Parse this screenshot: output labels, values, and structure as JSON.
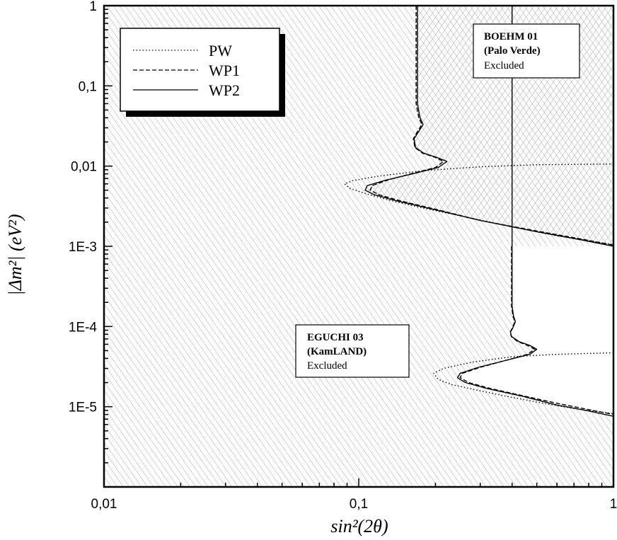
{
  "chart_data": {
    "type": "line",
    "x_scale": "log",
    "y_scale": "log",
    "xlim": [
      0.01,
      1
    ],
    "ylim": [
      1e-06,
      1
    ],
    "xlabel": "sin²(2θ)",
    "ylabel": "|Δm²| (eV²)",
    "x_ticks": [
      {
        "value": 0.01,
        "label": "0,01"
      },
      {
        "value": 0.1,
        "label": "0,1"
      },
      {
        "value": 1,
        "label": "1"
      }
    ],
    "y_ticks": [
      {
        "value": 1,
        "label": "1"
      },
      {
        "value": 0.1,
        "label": "0,1"
      },
      {
        "value": 0.01,
        "label": "0,01"
      },
      {
        "value": 0.001,
        "label": "1E-3"
      },
      {
        "value": 0.0001,
        "label": "1E-4"
      },
      {
        "value": 1e-05,
        "label": "1E-5"
      }
    ],
    "legend_position": "top-left",
    "series": [
      {
        "name": "PW",
        "dash": "dotted",
        "segments": [
          [
            [
              1,
              0.0106
            ],
            [
              0.5,
              0.0104
            ],
            [
              0.3,
              0.0098
            ],
            [
              0.18,
              0.0088
            ],
            [
              0.12,
              0.0075
            ],
            [
              0.095,
              0.0066
            ],
            [
              0.088,
              0.006
            ],
            [
              0.092,
              0.0053
            ],
            [
              0.105,
              0.0046
            ],
            [
              0.13,
              0.0038
            ],
            [
              0.17,
              0.0031
            ],
            [
              0.25,
              0.0024
            ],
            [
              0.4,
              0.00175
            ],
            [
              0.6,
              0.00135
            ],
            [
              1,
              0.00105
            ]
          ],
          [
            [
              1,
              4.7e-05
            ],
            [
              0.6,
              4.5e-05
            ],
            [
              0.4,
              4.2e-05
            ],
            [
              0.28,
              3.6e-05
            ],
            [
              0.215,
              3e-05
            ],
            [
              0.197,
              2.6e-05
            ],
            [
              0.205,
              2.2e-05
            ],
            [
              0.23,
              1.9e-05
            ],
            [
              0.28,
              1.65e-05
            ],
            [
              0.38,
              1.35e-05
            ],
            [
              0.55,
              1.08e-05
            ],
            [
              0.75,
              9.2e-06
            ],
            [
              1,
              8.2e-06
            ]
          ]
        ]
      },
      {
        "name": "WP1",
        "dash": "dashed",
        "segments": [
          [
            [
              0.168,
              1
            ],
            [
              0.168,
              0.2
            ],
            [
              0.168,
              0.06
            ],
            [
              0.172,
              0.04
            ],
            [
              0.177,
              0.033
            ],
            [
              0.17,
              0.027
            ],
            [
              0.164,
              0.022
            ],
            [
              0.166,
              0.017
            ],
            [
              0.178,
              0.0145
            ],
            [
              0.2,
              0.0128
            ],
            [
              0.215,
              0.0114
            ],
            [
              0.2,
              0.0096
            ],
            [
              0.16,
              0.008
            ],
            [
              0.13,
              0.0067
            ],
            [
              0.113,
              0.0057
            ],
            [
              0.111,
              0.005
            ],
            [
              0.12,
              0.0044
            ],
            [
              0.145,
              0.0037
            ],
            [
              0.2,
              0.0029
            ],
            [
              0.3,
              0.0021
            ],
            [
              0.5,
              0.00155
            ],
            [
              0.75,
              0.00123
            ],
            [
              1,
              0.00103
            ]
          ],
          [
            [
              0.398,
              0.001
            ],
            [
              0.398,
              0.0003
            ],
            [
              0.398,
              0.00018
            ],
            [
              0.403,
              0.000135
            ],
            [
              0.41,
              0.000115
            ],
            [
              0.4,
              9.5e-05
            ],
            [
              0.393,
              8.5e-05
            ],
            [
              0.397,
              7.5e-05
            ],
            [
              0.42,
              6.5e-05
            ],
            [
              0.46,
              5.8e-05
            ],
            [
              0.49,
              5.2e-05
            ],
            [
              0.46,
              4.5e-05
            ],
            [
              0.38,
              3.8e-05
            ],
            [
              0.3,
              3.1e-05
            ],
            [
              0.255,
              2.6e-05
            ],
            [
              0.25,
              2.3e-05
            ],
            [
              0.27,
              2e-05
            ],
            [
              0.33,
              1.68e-05
            ],
            [
              0.45,
              1.35e-05
            ],
            [
              0.62,
              1.08e-05
            ],
            [
              0.8,
              9.2e-06
            ],
            [
              1,
              8e-06
            ]
          ]
        ]
      },
      {
        "name": "WP2",
        "dash": "solid",
        "segments": [
          [
            [
              0.17,
              1
            ],
            [
              0.17,
              0.2
            ],
            [
              0.17,
              0.06
            ],
            [
              0.174,
              0.04
            ],
            [
              0.179,
              0.033
            ],
            [
              0.172,
              0.027
            ],
            [
              0.165,
              0.022
            ],
            [
              0.167,
              0.017
            ],
            [
              0.18,
              0.0145
            ],
            [
              0.203,
              0.0128
            ],
            [
              0.222,
              0.0114
            ],
            [
              0.205,
              0.0096
            ],
            [
              0.163,
              0.008
            ],
            [
              0.128,
              0.0067
            ],
            [
              0.108,
              0.0057
            ],
            [
              0.106,
              0.005
            ],
            [
              0.115,
              0.0044
            ],
            [
              0.14,
              0.0037
            ],
            [
              0.195,
              0.0029
            ],
            [
              0.3,
              0.0021
            ],
            [
              0.5,
              0.00152
            ],
            [
              0.75,
              0.0012
            ],
            [
              1,
              0.001
            ]
          ],
          [
            [
              0.4,
              1
            ],
            [
              0.4,
              0.001
            ],
            [
              0.4,
              0.0003
            ],
            [
              0.4,
              0.00018
            ],
            [
              0.405,
              0.000135
            ],
            [
              0.412,
              0.000115
            ],
            [
              0.402,
              9.5e-05
            ],
            [
              0.394,
              8.5e-05
            ],
            [
              0.398,
              7.5e-05
            ],
            [
              0.425,
              6.5e-05
            ],
            [
              0.47,
              5.8e-05
            ],
            [
              0.5,
              5.2e-05
            ],
            [
              0.47,
              4.5e-05
            ],
            [
              0.38,
              3.8e-05
            ],
            [
              0.295,
              3.1e-05
            ],
            [
              0.25,
              2.6e-05
            ],
            [
              0.244,
              2.3e-05
            ],
            [
              0.262,
              2e-05
            ],
            [
              0.32,
              1.68e-05
            ],
            [
              0.44,
              1.35e-05
            ],
            [
              0.6,
              1.05e-05
            ],
            [
              0.78,
              9e-06
            ],
            [
              1,
              7.6e-06
            ]
          ]
        ]
      }
    ]
  },
  "legend": {
    "items": [
      {
        "label": "PW",
        "dash": "dotted"
      },
      {
        "label": "WP1",
        "dash": "dashed"
      },
      {
        "label": "WP2",
        "dash": "solid"
      }
    ]
  },
  "annotations": {
    "boehm": {
      "title": "BOEHM 01",
      "subtitle": "(Palo Verde)",
      "note": "Excluded"
    },
    "eguchi": {
      "title": "EGUCHI 03",
      "subtitle": "(KamLAND)",
      "note": "Excluded"
    }
  },
  "colors": {
    "line": "#000000",
    "hatch": "#a8a8a8",
    "background": "#ffffff"
  }
}
